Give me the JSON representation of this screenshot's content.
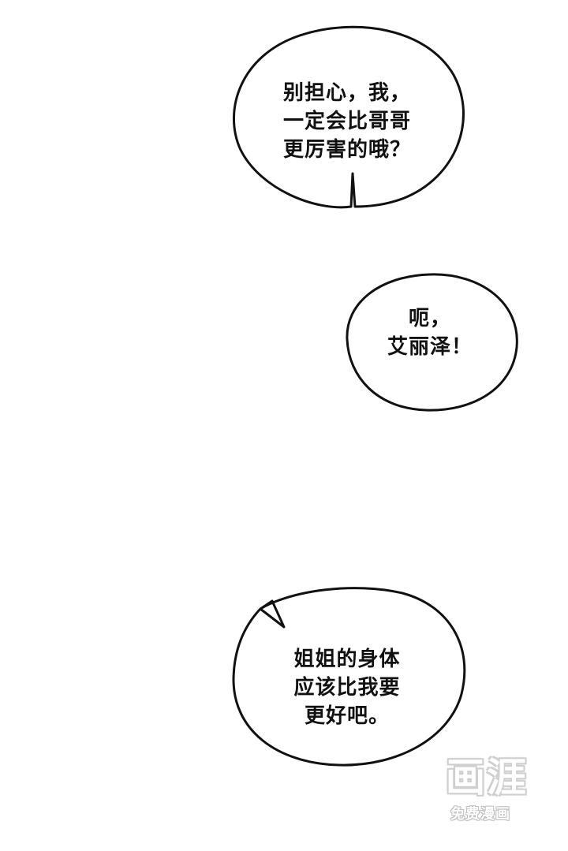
{
  "bubbles": [
    {
      "lines": [
        "别担心，我，",
        "一定会比哥哥",
        "更厉害的哦？"
      ]
    },
    {
      "lines": [
        "呃，",
        "艾丽泽！"
      ]
    },
    {
      "lines": [
        "姐姐的身体",
        "应该比我要",
        "更好吧。"
      ]
    }
  ],
  "watermark": {
    "logo": "画涯",
    "caption": "免费漫画"
  },
  "colors": {
    "ink": "#111111",
    "background": "#ffffff",
    "watermark_outline": "#cfcfcf"
  }
}
